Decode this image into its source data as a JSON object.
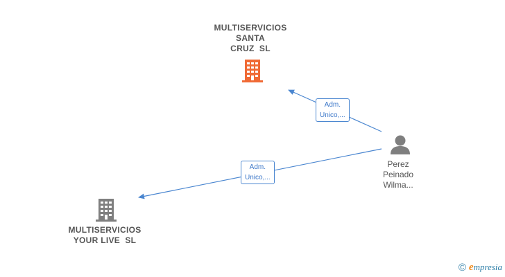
{
  "colors": {
    "edge": "#4a86d0",
    "company_active": "#f06a35",
    "company_inactive": "#7f7f7f",
    "person": "#7f7f7f"
  },
  "nodes": {
    "top_company": {
      "line1": "MULTISERVICIOS",
      "line2": "SANTA",
      "line3": "CRUZ  SL",
      "icon": "building-icon"
    },
    "bottom_company": {
      "line1": "MULTISERVICIOS",
      "line2": "YOUR LIVE  SL",
      "icon": "building-icon"
    },
    "person": {
      "line1": "Perez",
      "line2": "Peinado",
      "line3": "Wilma...",
      "icon": "person-icon"
    }
  },
  "edges": [
    {
      "from": "person",
      "to": "top_company",
      "line1": "Adm.",
      "line2": "Unico,..."
    },
    {
      "from": "person",
      "to": "bottom_company",
      "line1": "Adm.",
      "line2": "Unico,..."
    }
  ],
  "footer": {
    "copyright_symbol": "©",
    "brand_initial": "e",
    "brand_rest": "mpresia"
  }
}
